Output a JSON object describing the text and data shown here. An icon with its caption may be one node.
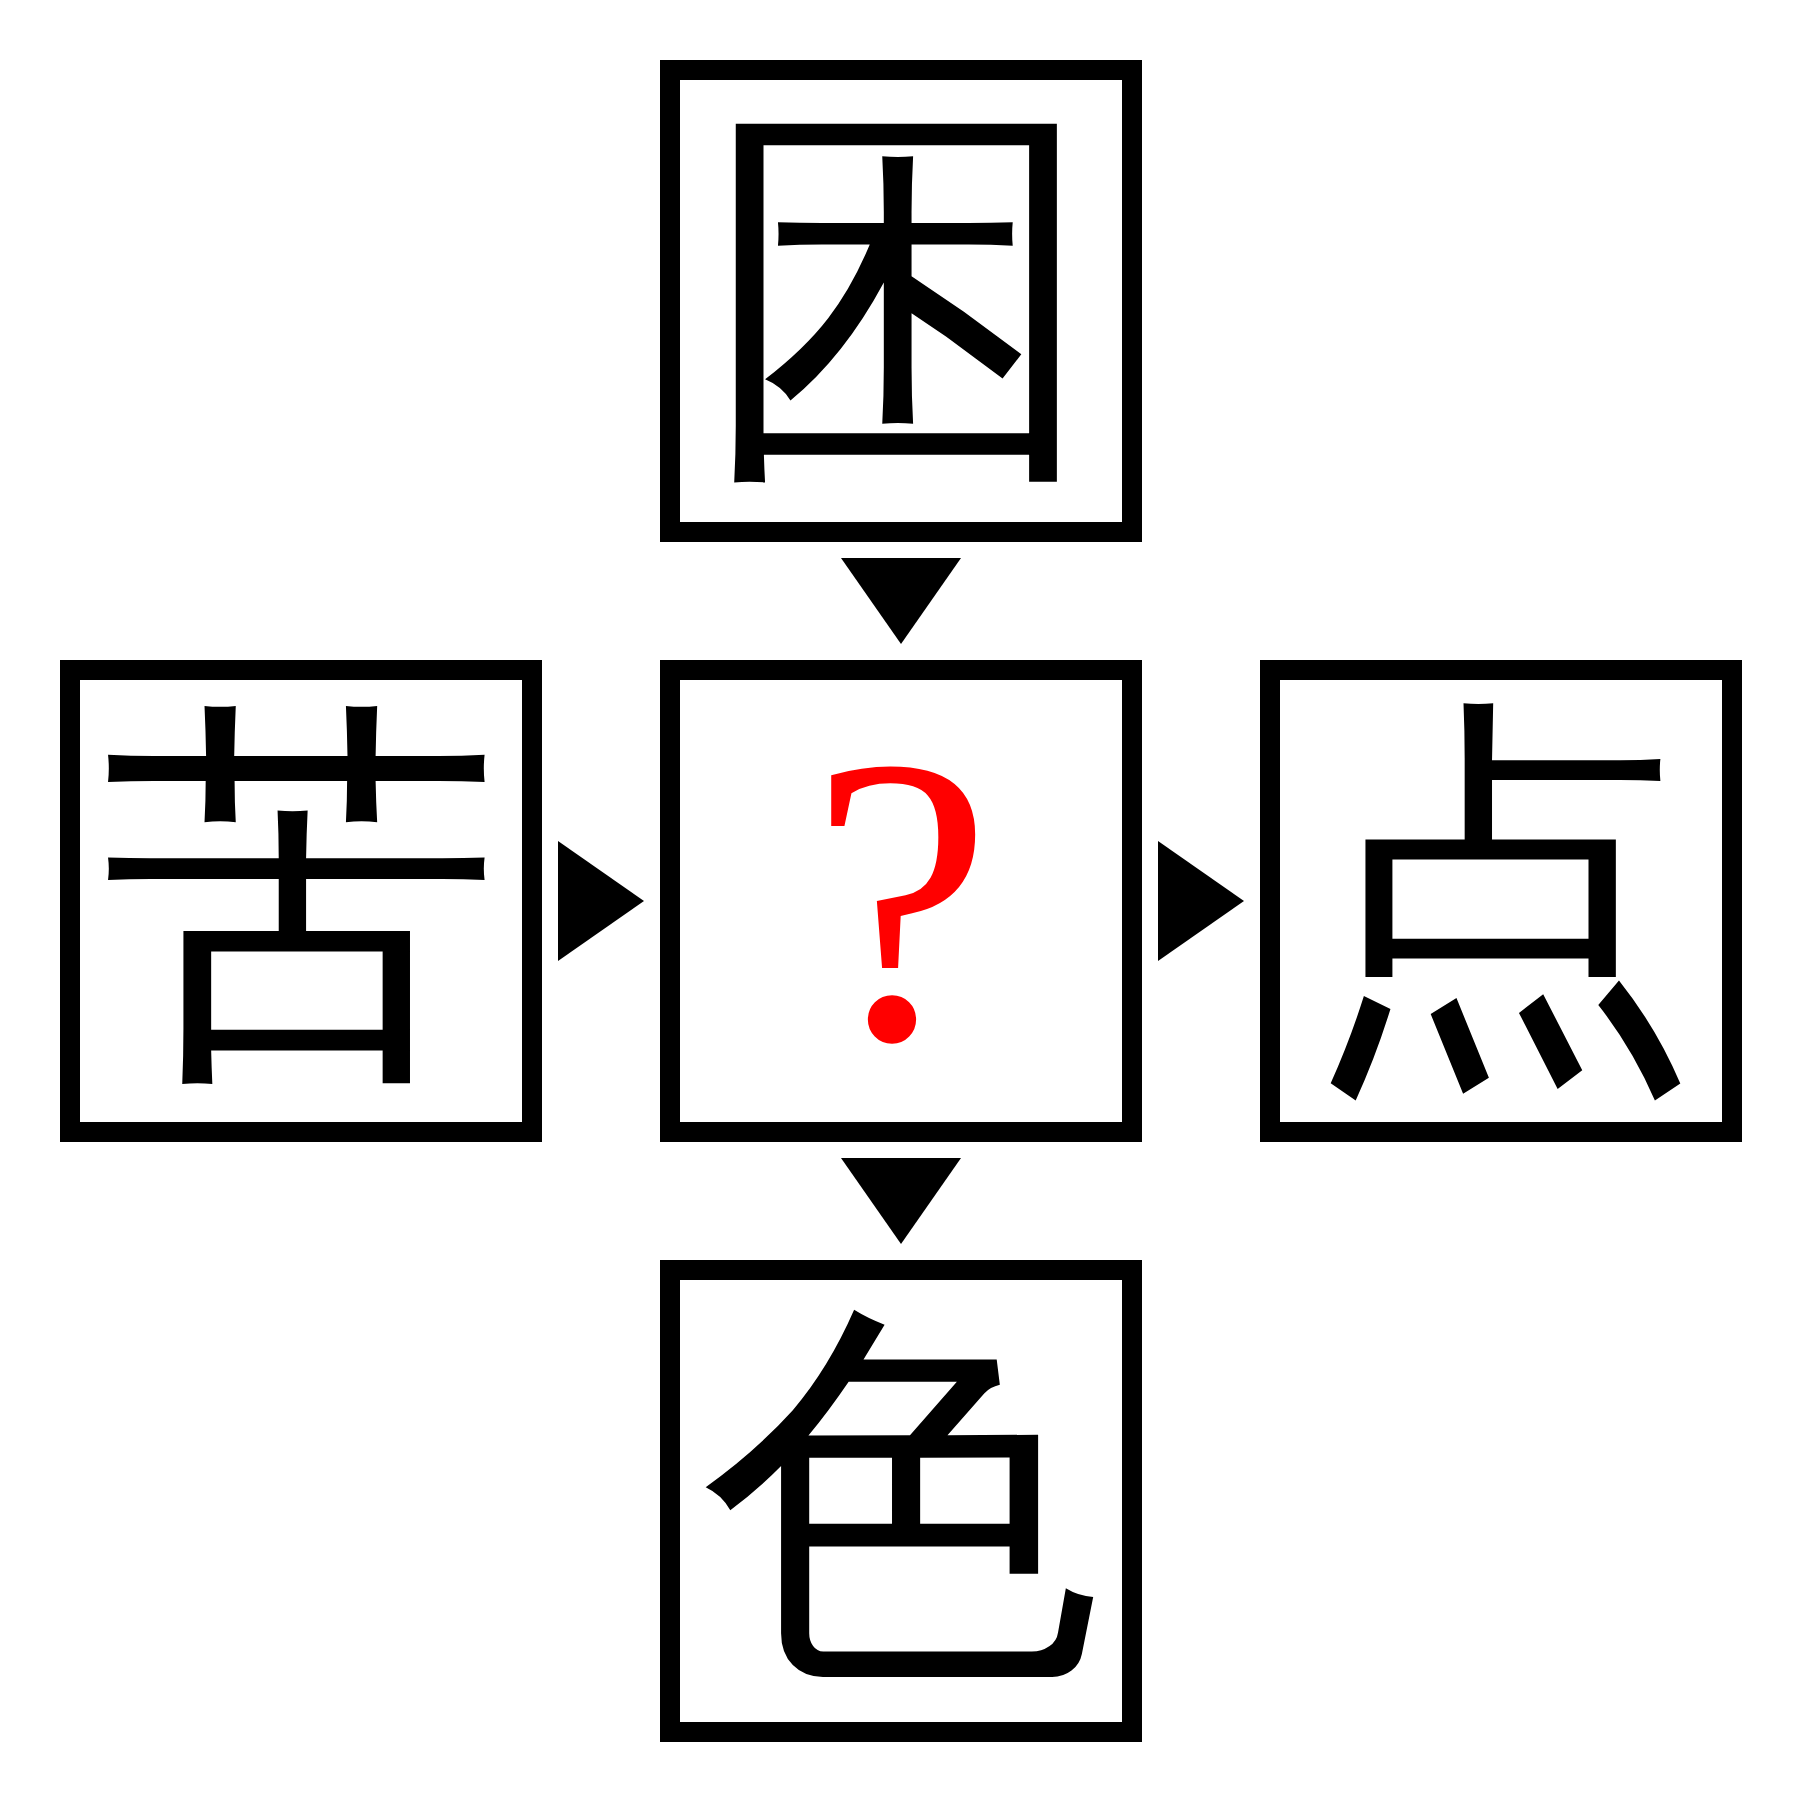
{
  "diagram": {
    "nodes": [
      {
        "text": [
          "困"
        ]
      },
      {
        "text": [
          "苦"
        ]
      },
      {
        "text": [
          "?"
        ]
      },
      {
        "text": [
          "点"
        ]
      },
      {
        "text": [
          "色"
        ]
      }
    ],
    "edges": [
      {
        "from": 0,
        "to": 2,
        "arrow": "to"
      },
      {
        "from": 1,
        "to": 2,
        "arrow": "to"
      },
      {
        "from": 2,
        "to": 3,
        "arrow": "to"
      },
      {
        "from": 2,
        "to": 4,
        "arrow": "to"
      }
    ]
  }
}
